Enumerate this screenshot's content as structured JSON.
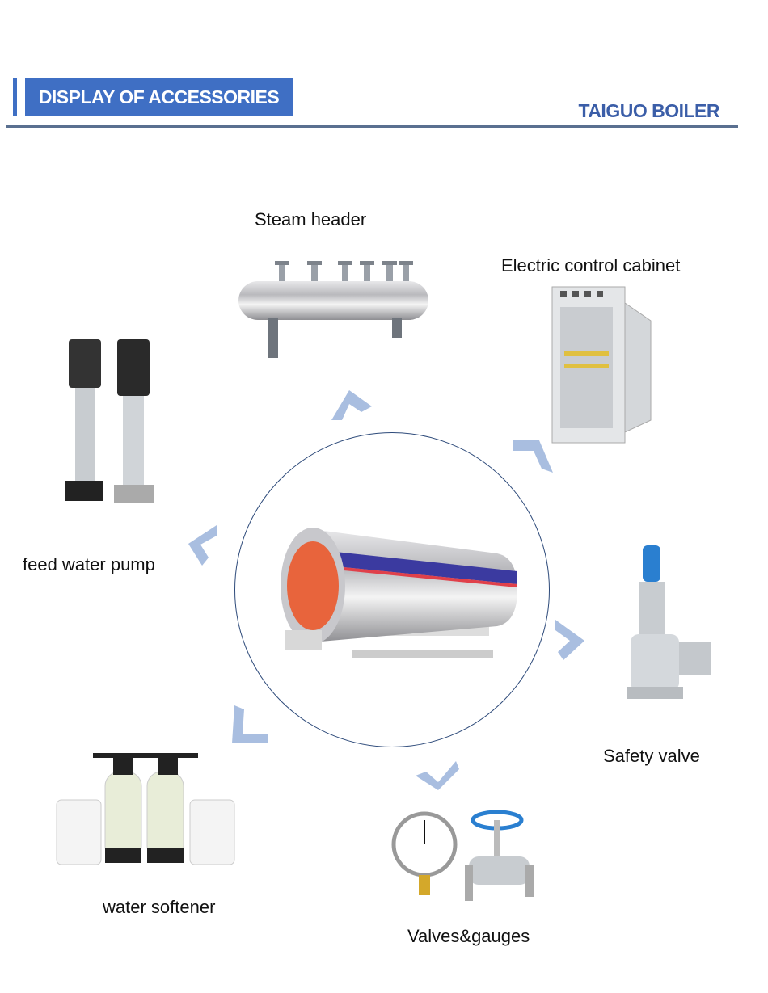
{
  "header": {
    "title": "DISPLAY OF ACCESSORIES",
    "brand": "TAIGUO BOILER"
  },
  "accessories": [
    {
      "label": "Steam header"
    },
    {
      "label": "Electric control cabinet"
    },
    {
      "label": "feed water pump"
    },
    {
      "label": "Safety valve"
    },
    {
      "label": "water softener"
    },
    {
      "label": "Valves&gauges"
    }
  ],
  "colors": {
    "accent": "#3f6fc4",
    "brand": "#3b5ea8",
    "arrow": "#a9bee0",
    "rule": "#5a7090"
  }
}
